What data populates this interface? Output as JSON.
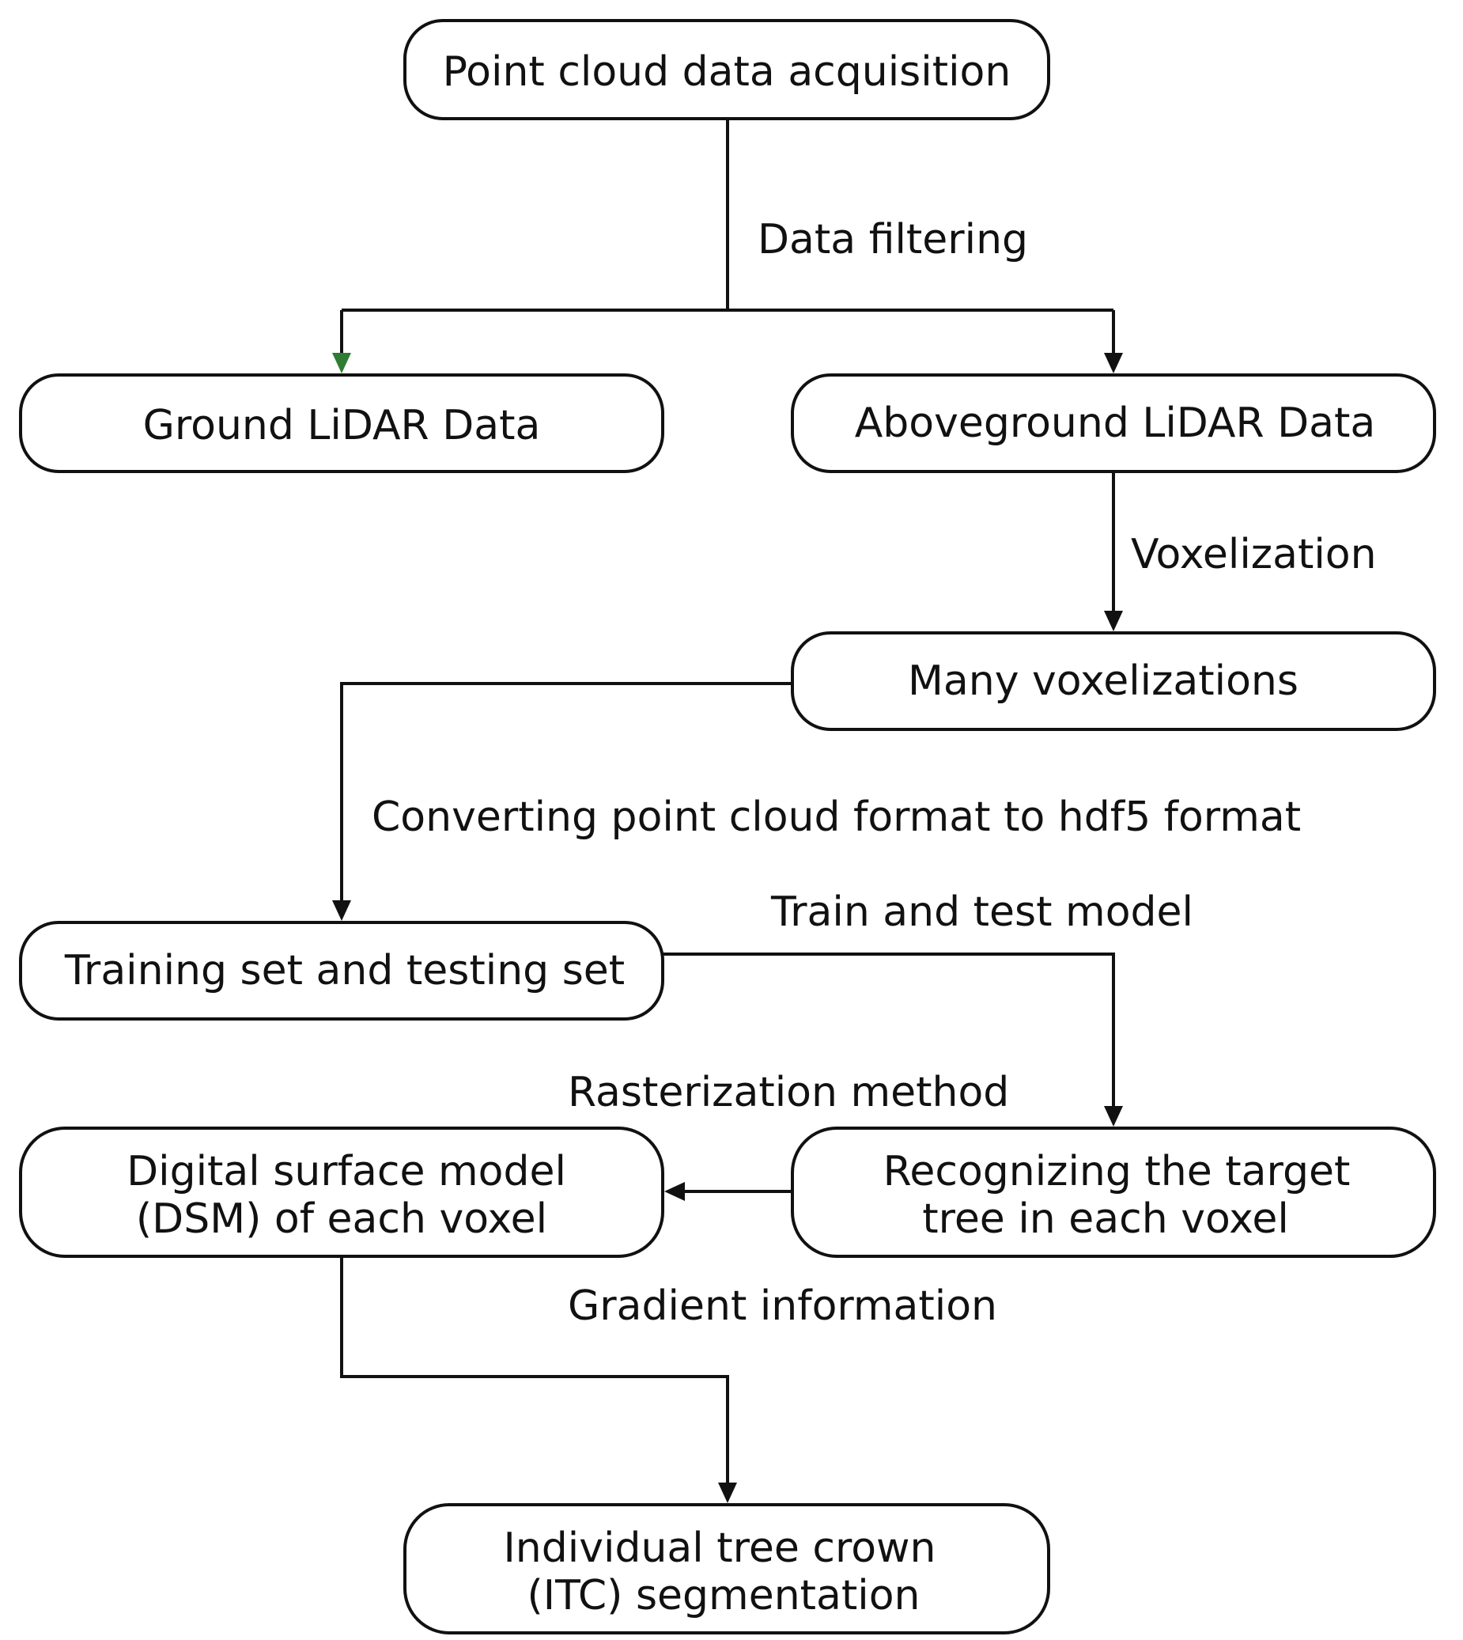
{
  "nodes": {
    "acquisition": {
      "lines": [
        "Point cloud data acquisition"
      ]
    },
    "ground": {
      "lines": [
        "Ground LiDAR Data"
      ]
    },
    "aboveground": {
      "lines": [
        "Aboveground LiDAR Data"
      ]
    },
    "many_voxel": {
      "lines": [
        "Many voxelizations"
      ]
    },
    "train_test": {
      "lines": [
        "Training set and testing set"
      ]
    },
    "recognize": {
      "lines": [
        "Recognizing the target",
        "tree in each voxel"
      ]
    },
    "dsm": {
      "lines": [
        "Digital surface model",
        "(DSM) of each voxel"
      ]
    },
    "itc": {
      "lines": [
        "Individual tree crown",
        "(ITC) segmentation"
      ]
    }
  },
  "edge_labels": {
    "data_filtering": "Data filtering",
    "voxelization": "Voxelization",
    "converting": "Converting point cloud format to hdf5 format",
    "train_model": "Train and test model",
    "rasterization": "Rasterization method",
    "gradient": "Gradient information"
  },
  "colors": {
    "line": "#111111",
    "ground_arrow": "#2e7d32"
  }
}
